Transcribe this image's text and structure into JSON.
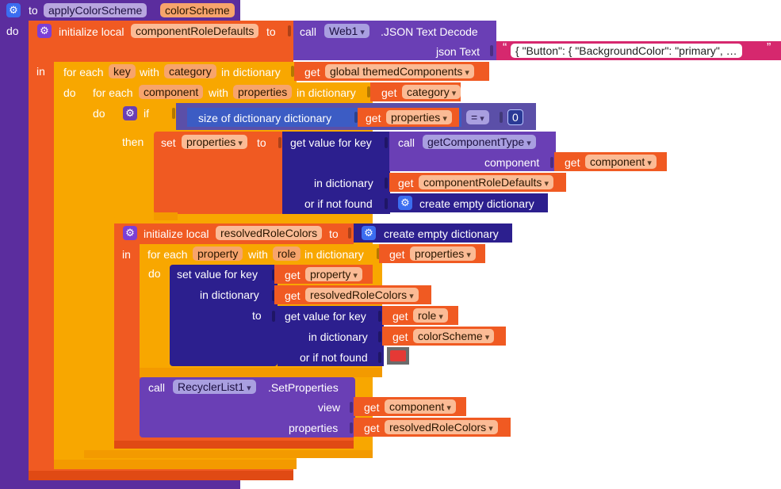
{
  "colors": {
    "procedure": "#5b2d9e",
    "variables": "#f05a22",
    "control": "#f8a700",
    "component": "#6a3fb5",
    "dictionary": "#2c1f8e",
    "text": "#d6286e",
    "color_value": "#e53935"
  },
  "proc": {
    "to": "to",
    "name": "applyColorScheme",
    "param": "colorScheme",
    "do": "do"
  },
  "init1": {
    "label": "initialize local",
    "var": "componentRoleDefaults",
    "to": "to",
    "in": "in"
  },
  "web": {
    "call": "call",
    "component": "Web1",
    "method": ".JSON Text Decode",
    "arg": "json Text",
    "json_value": "{  \"Button\": {   \"BackgroundColor\": \"primary\",  …",
    "quote_open": "“",
    "quote_close": "”"
  },
  "foreach1": {
    "label": "for each",
    "key": "key",
    "with": "with",
    "value": "category",
    "in_dict": "in dictionary",
    "do": "do",
    "get": "get",
    "source": "global themedComponents"
  },
  "foreach2": {
    "label": "for each",
    "key": "component",
    "with": "with",
    "value": "properties",
    "in_dict": "in dictionary",
    "do": "do",
    "get": "get",
    "source": "category"
  },
  "ifblock": {
    "if": "if",
    "then": "then",
    "size_label": "size of dictionary  dictionary",
    "get": "get",
    "var": "properties",
    "op": "=",
    "num": "0"
  },
  "setblock": {
    "set": "set",
    "var": "properties",
    "to": "to",
    "gv": "get value for key",
    "call": "call",
    "proc": "getComponentType",
    "comp_arg": "component",
    "get": "get",
    "comp_var": "component",
    "in_dict": "in dictionary",
    "dict_var": "componentRoleDefaults",
    "not_found": "or if not found",
    "create": "create empty dictionary"
  },
  "init2": {
    "label": "initialize local",
    "var": "resolvedRoleColors",
    "to": "to",
    "create": "create empty dictionary",
    "in": "in"
  },
  "foreach3": {
    "label": "for each",
    "key": "property",
    "with": "with",
    "value": "role",
    "in_dict": "in dictionary",
    "do": "do",
    "get": "get",
    "source": "properties"
  },
  "setval": {
    "label": "set value for key",
    "get": "get",
    "key_var": "property",
    "in_dict": "in dictionary",
    "dict_var": "resolvedRoleColors",
    "to": "to",
    "gv": "get value for key",
    "role_var": "role",
    "in_dict2": "in dictionary",
    "scheme_var": "colorScheme",
    "not_found": "or if not found"
  },
  "recycler": {
    "call": "call",
    "component": "RecyclerList1",
    "method": ".SetProperties",
    "view": "view",
    "get": "get",
    "view_var": "component",
    "props": "properties",
    "props_var": "resolvedRoleColors"
  }
}
